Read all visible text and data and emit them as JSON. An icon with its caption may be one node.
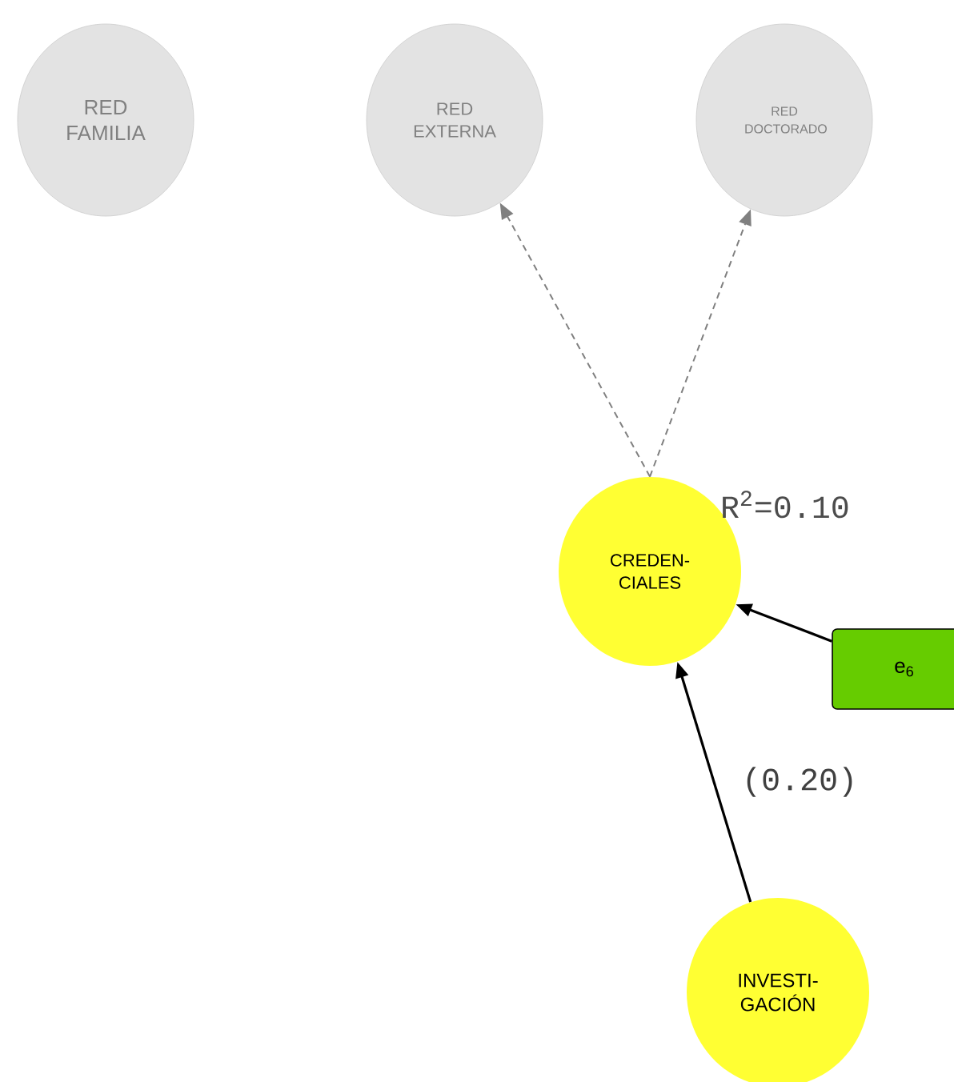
{
  "diagram": {
    "nodes": [
      {
        "text": [
          "RED FAMILIA"
        ]
      },
      {
        "text": [
          "RED EXTERNA"
        ]
      },
      {
        "text": [
          "RED DOCTORADO"
        ]
      },
      {
        "text": [
          "CREDEN- CIALES"
        ],
        "beside": [
          "R$^{2}$=0.10"
        ]
      },
      {
        "text": [
          "e$_{6}$"
        ]
      },
      {
        "text": [
          "INVESTI- GACIÓN"
        ]
      }
    ],
    "edges": [
      {
        "from": 3,
        "to": 1,
        "arrow": "to",
        "style": "dashed",
        "color": "#808080"
      },
      {
        "from": 3,
        "to": 2,
        "arrow": "to",
        "style": "dashed",
        "color": "#808080"
      },
      {
        "from": 4,
        "to": 3,
        "arrow": "to",
        "color": "#000000"
      },
      {
        "from": 5,
        "to": 3,
        "arrow": "to",
        "label": "(0.20)",
        "color": "#000000"
      }
    ]
  }
}
